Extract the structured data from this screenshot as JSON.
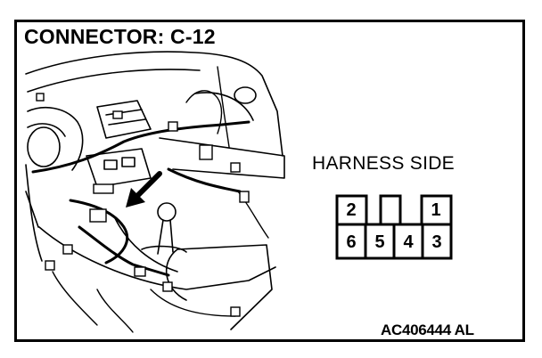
{
  "title": "CONNECTOR: C-12",
  "view_label": "HARNESS SIDE",
  "figure_code": "AC406444 AL",
  "connector": {
    "top_row": [
      {
        "id": "pin-2",
        "label": "2"
      },
      {
        "id": "pin-empty",
        "label": ""
      },
      {
        "id": "pin-1",
        "label": "1"
      }
    ],
    "bottom_row": [
      {
        "id": "pin-6",
        "label": "6"
      },
      {
        "id": "pin-5",
        "label": "5"
      },
      {
        "id": "pin-4",
        "label": "4"
      },
      {
        "id": "pin-3",
        "label": "3"
      }
    ]
  },
  "icons": {
    "illustration": "dashboard-wiring-illustration",
    "pointer": "arrow-icon"
  }
}
